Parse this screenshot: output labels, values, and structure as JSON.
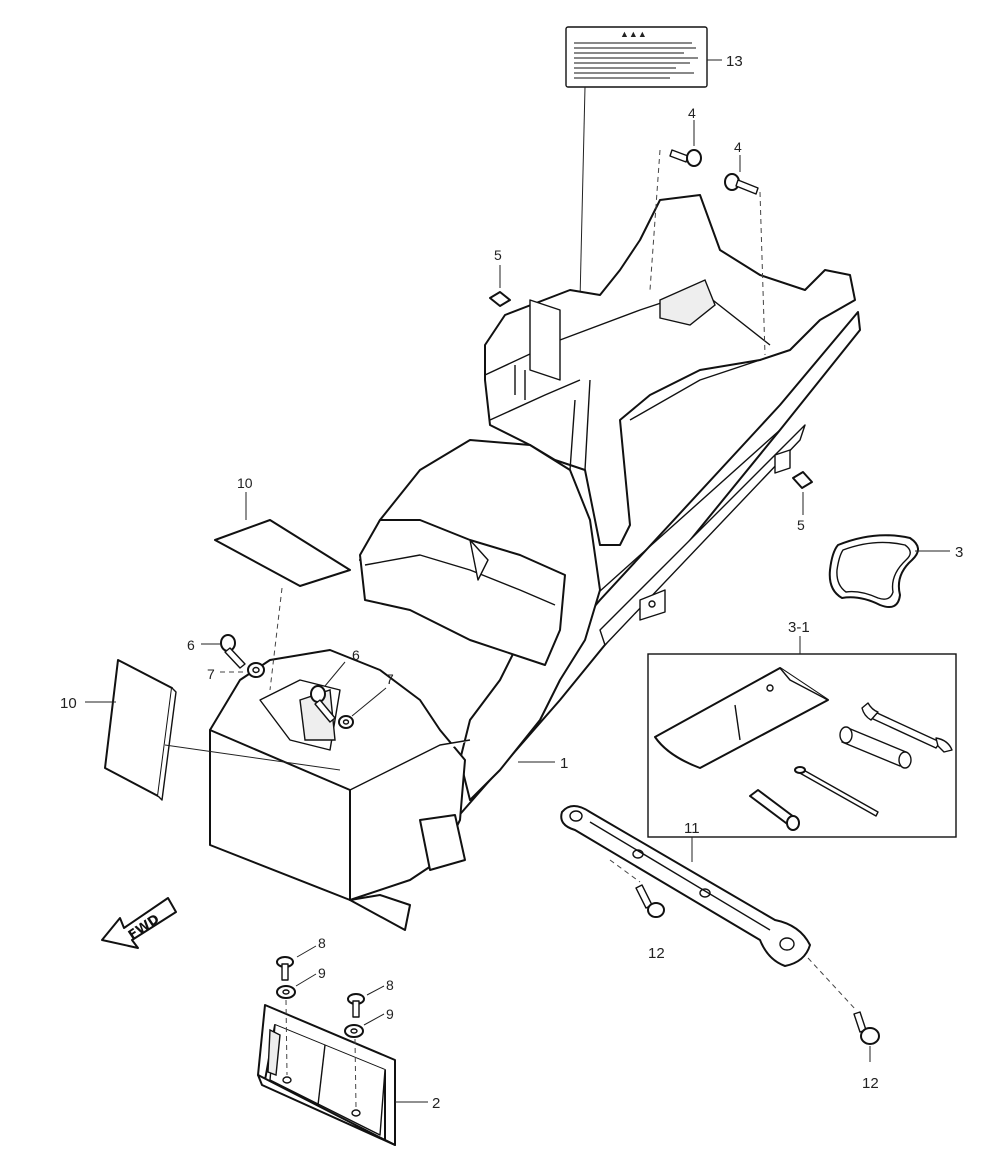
{
  "callouts": {
    "c1": "1",
    "c2": "2",
    "c3": "3",
    "c3_1": "3-1",
    "c4a": "4",
    "c4b": "4",
    "c5a": "5",
    "c5b": "5",
    "c6a": "6",
    "c6b": "6",
    "c7a": "7",
    "c7b": "7",
    "c8a": "8",
    "c8b": "8",
    "c9a": "9",
    "c9b": "9",
    "c10a": "10",
    "c10b": "10",
    "c11": "11",
    "c12a": "12",
    "c12b": "12",
    "c13": "13"
  },
  "direction_arrow": {
    "label": "FWD"
  },
  "warning_label": {
    "header": "▲▲▲"
  }
}
